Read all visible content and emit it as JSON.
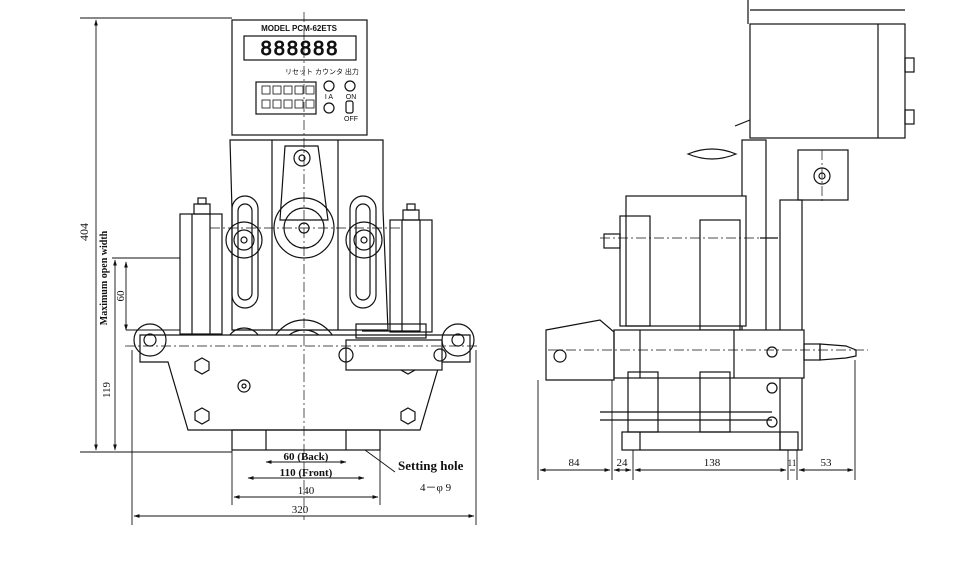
{
  "front_view": {
    "panel": {
      "model": "MODEL PCM-62ETS",
      "digits": "888888",
      "buttons_label": "リセット カウンタ 出力",
      "ia_label": "I A",
      "on_label": "ON",
      "off_label": "OFF"
    },
    "dims": {
      "height_404": "404",
      "max_open_width": "Maximum open width",
      "h_60": "60",
      "h_119": "119",
      "back_60": "60 (Back)",
      "front_110": "110 (Front)",
      "w_140": "140",
      "w_320": "320"
    },
    "setting_hole": "Setting hole",
    "setting_hole_spec": "4－φ 9"
  },
  "side_view": {
    "dims": {
      "d_84": "84",
      "d_24": "24",
      "d_138": "138",
      "d_11": "11",
      "d_53": "53"
    }
  }
}
